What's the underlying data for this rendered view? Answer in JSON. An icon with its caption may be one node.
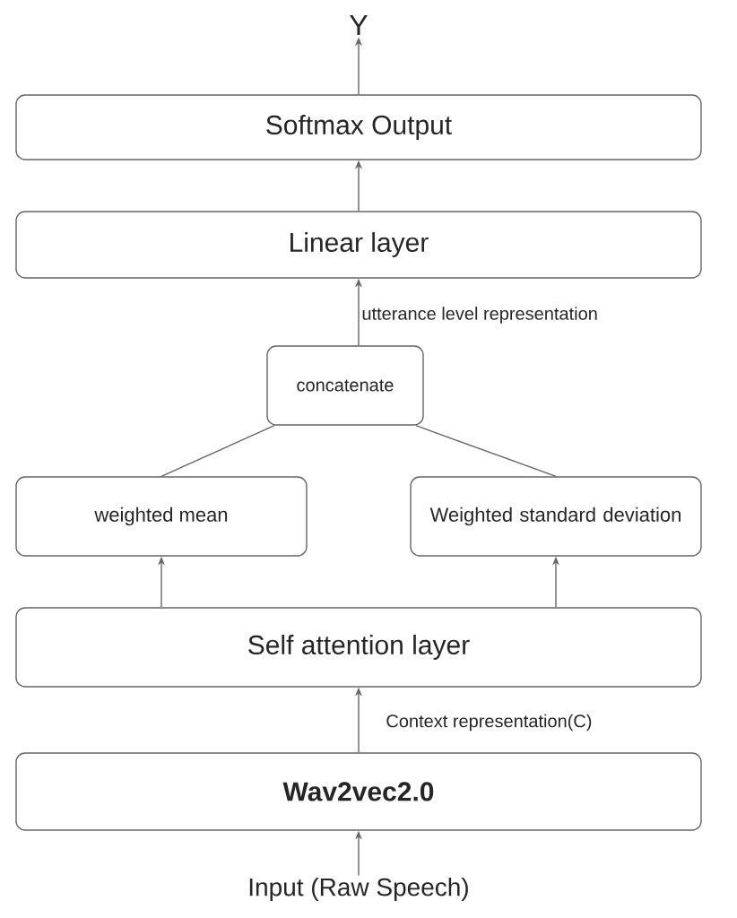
{
  "diagram": {
    "nodes": [
      {
        "text": [
          "Y"
        ]
      },
      {
        "text": [
          "Softmax Output"
        ]
      },
      {
        "text": [
          "Linear layer"
        ]
      },
      {
        "text": [
          "concatenate"
        ]
      },
      {
        "text": [
          "weighted mean"
        ]
      },
      {
        "text": [
          "Weighted standard deviation"
        ]
      },
      {
        "text": [
          "Self attention layer"
        ]
      },
      {
        "text": [
          "Wav2vec2.0"
        ]
      },
      {
        "text": [
          "Input (Raw Speech)"
        ]
      }
    ],
    "edges": [
      {
        "from": 1,
        "to": 0,
        "arrow": "to"
      },
      {
        "from": 2,
        "to": 1,
        "arrow": "to"
      },
      {
        "from": 3,
        "to": 2,
        "arrow": "to",
        "label": "utterance level representation"
      },
      {
        "from": 4,
        "to": 3,
        "arrow": "none"
      },
      {
        "from": 5,
        "to": 3,
        "arrow": "none"
      },
      {
        "from": 6,
        "to": 4,
        "arrow": "to"
      },
      {
        "from": 6,
        "to": 5,
        "arrow": "to"
      },
      {
        "from": 7,
        "to": 6,
        "arrow": "to",
        "label": "Context representation(C)"
      },
      {
        "from": 8,
        "to": 7,
        "arrow": "to"
      }
    ]
  }
}
